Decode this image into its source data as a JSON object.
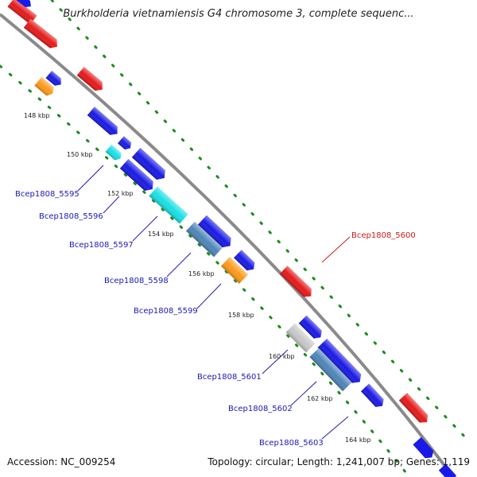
{
  "title": "Burkholderia vietnamiensis G4 chromosome 3, complete sequenc...",
  "accession_text": "Accession: NC_009254",
  "summary_text": "Topology: circular; Length: 1,241,007 bp; Genes: 1,119",
  "colors": {
    "backbone": "#8a8a8a",
    "dots": "#1e8a1e",
    "blue": "#1a1ae6",
    "red": "#e61a1a",
    "cyan": "#19e0e6",
    "orange": "#ff9a1a",
    "steel": "#4f86b8",
    "gray": "#c8c8c8",
    "blue_label": "#1a1ab4",
    "red_label": "#cc1a1a"
  },
  "ticks": [
    "148 kbp",
    "150 kbp",
    "152 kbp",
    "154 kbp",
    "156 kbp",
    "158 kbp",
    "160 kbp",
    "162 kbp",
    "164 kbp"
  ],
  "gene_labels": [
    "Bcep1808_5595",
    "Bcep1808_5596",
    "Bcep1808_5597",
    "Bcep1808_5598",
    "Bcep1808_5599",
    "Bcep1808_5600",
    "Bcep1808_5601",
    "Bcep1808_5602",
    "Bcep1808_5603"
  ]
}
